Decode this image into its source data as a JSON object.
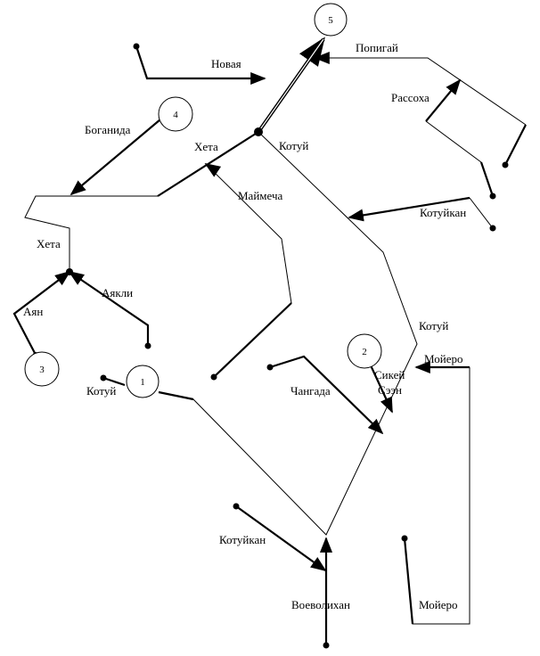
{
  "labels": {
    "novaya": "Новая",
    "popigay": "Попигай",
    "rassokha": "Рассоха",
    "boganida": "Боганида",
    "kheta_upper": "Хета",
    "kotuy_top": "Котуй",
    "maymecha": "Маймеча",
    "kotuykan_right": "Котуйкан",
    "kheta_left": "Хета",
    "ayakli": "Аякли",
    "ayan": "Аян",
    "kotuy_right": "Котуй",
    "moyero_right": "Мойеро",
    "sikey": "Сикей",
    "seen": "Сээн",
    "changada": "Чангада",
    "kotuy_left": "Котуй",
    "kotuykan_bottom": "Котуйкан",
    "voevolikhan": "Воеволихан",
    "moyero_bottom": "Мойеро"
  },
  "markers": {
    "m1": "1",
    "m2": "2",
    "m3": "3",
    "m4": "4",
    "m5": "5"
  }
}
